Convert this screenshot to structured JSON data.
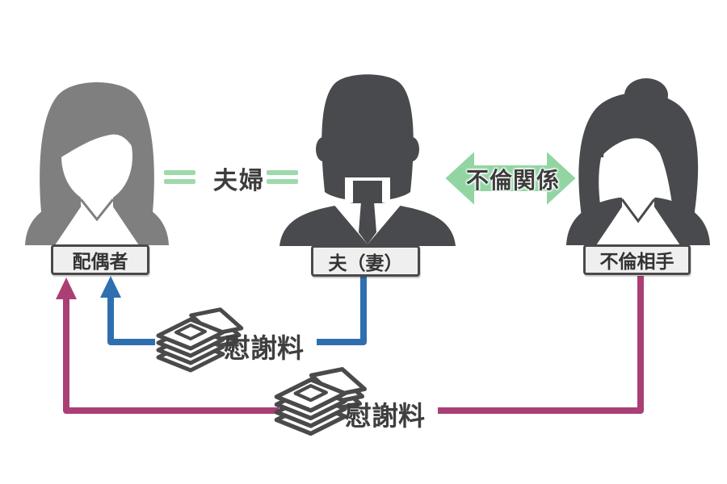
{
  "figures": {
    "spouse": {
      "label": "配偶者",
      "figure": "woman-gray"
    },
    "husband": {
      "label": "夫（妻）",
      "figure": "man-dark"
    },
    "partner": {
      "label": "不倫相手",
      "figure": "woman-dark"
    }
  },
  "relations": {
    "marriage": "夫婦",
    "affair": "不倫関係"
  },
  "payments": {
    "from_husband_to_spouse": {
      "label": "慰謝料",
      "color": "#2f6fb0"
    },
    "from_partner_to_spouse": {
      "label": "慰謝料",
      "color": "#aa3f76"
    }
  },
  "colors": {
    "figure_gray": "#7f7f7f",
    "figure_dark": "#494a4d",
    "green": "#92d5a3",
    "blue": "#2f6fb0",
    "purple": "#aa3f76",
    "label_bg": "#efefef",
    "label_border": "#4a4a4a",
    "money_icon": "#4a4a4a"
  }
}
